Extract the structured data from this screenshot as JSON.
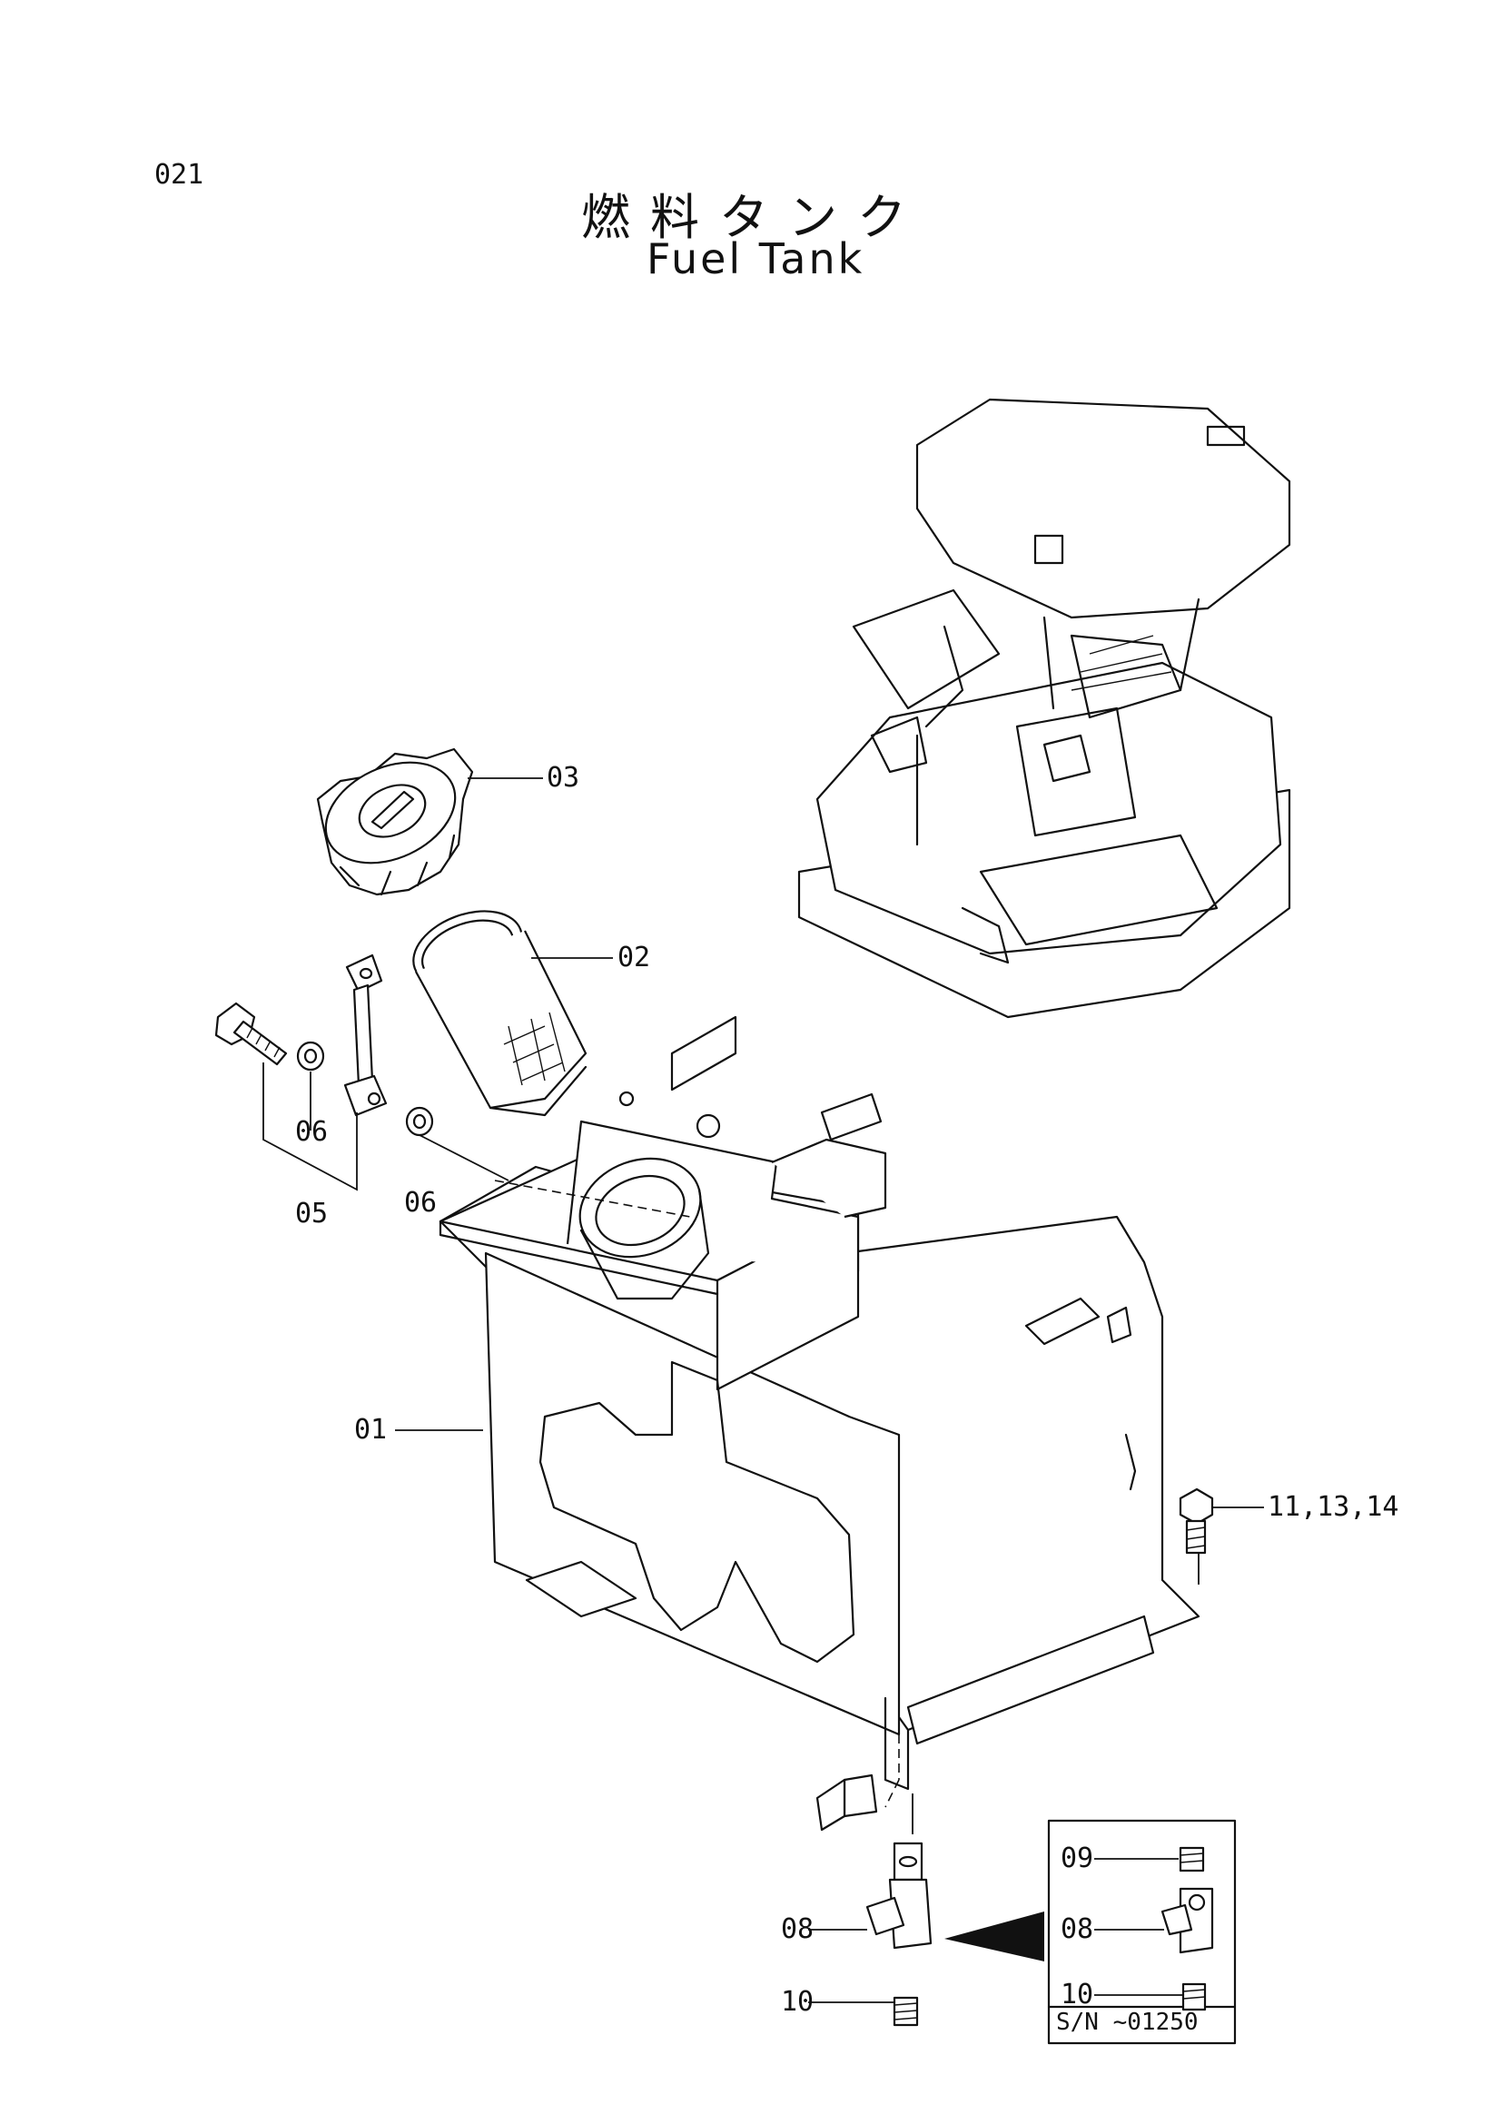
{
  "page": {
    "page_number": "021",
    "title_jp": "燃料タンク",
    "title_en": "Fuel Tank"
  },
  "callouts": {
    "c03": "03",
    "c02": "02",
    "c06a": "06",
    "c06b": "06",
    "c05": "05",
    "c01": "01",
    "c111314": "11,13,14",
    "c08": "08",
    "c10": "10"
  },
  "inset": {
    "c09": "09",
    "c08": "08",
    "c10": "10",
    "sn_note": "S/N  ~01250"
  },
  "colors": {
    "line": "#111111",
    "background": "#ffffff"
  }
}
